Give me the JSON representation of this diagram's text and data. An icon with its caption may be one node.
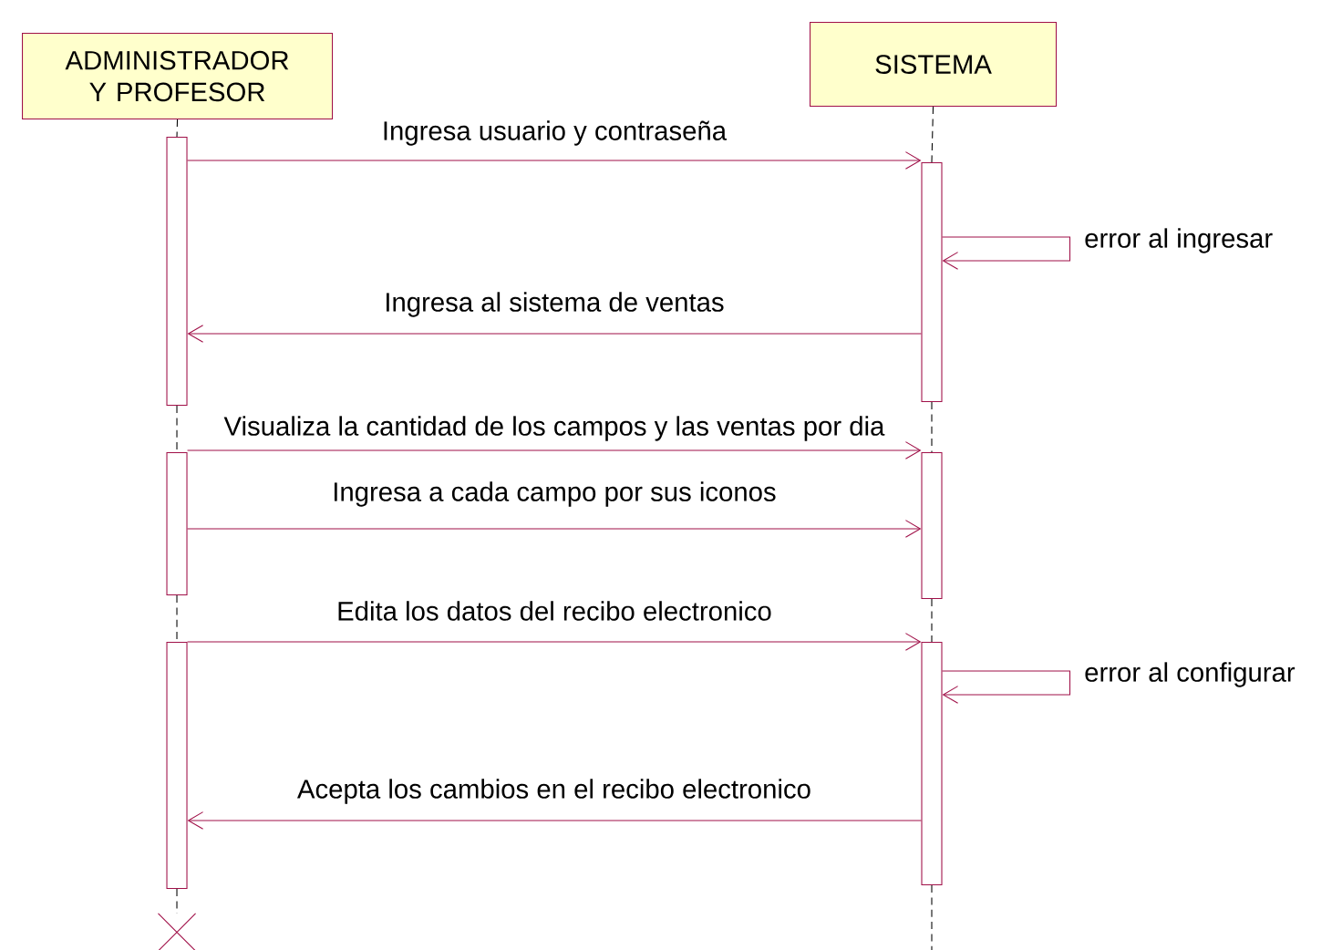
{
  "diagram": {
    "nodes": [
      {
        "text": [
          "ADMINISTRADOR Y PROFESOR"
        ]
      },
      {
        "text": [
          "SISTEMA"
        ]
      },
      {
        "text": [],
        "shape": "bar"
      },
      {
        "text": [],
        "shape": "bar"
      },
      {
        "text": [],
        "shape": "bar"
      },
      {
        "text": [],
        "shape": "bar"
      },
      {
        "text": [],
        "shape": "bar"
      },
      {
        "text": [],
        "shape": "bar"
      },
      {
        "text": [],
        "shape": "cross"
      }
    ],
    "edges": [
      {
        "from": 2,
        "to": 3,
        "arrow": "to",
        "label": "Ingresa usuario y contraseña"
      },
      {
        "from": 3,
        "to": 3,
        "arrow": "to",
        "label": "error al ingresar"
      },
      {
        "from": 3,
        "to": 2,
        "arrow": "to",
        "label": "Ingresa al sistema de ventas"
      },
      {
        "from": 4,
        "to": 5,
        "arrow": "to",
        "label": "Visualiza la cantidad de los campos y las ventas por dia"
      },
      {
        "from": 4,
        "to": 5,
        "arrow": "to",
        "label": "Ingresa a cada campo por sus iconos"
      },
      {
        "from": 6,
        "to": 7,
        "arrow": "to",
        "label": "Edita los datos del recibo electronico"
      },
      {
        "from": 7,
        "to": 7,
        "arrow": "to",
        "label": "error al configurar"
      },
      {
        "from": 7,
        "to": 6,
        "arrow": "to",
        "label": "Acepta los cambios en el recibo electronico"
      },
      {
        "from": 0,
        "to": 2,
        "arrow": "none",
        "style": "dashed",
        "color": "#000000"
      },
      {
        "from": 2,
        "to": 4,
        "arrow": "none",
        "style": "dashed",
        "color": "#000000"
      },
      {
        "from": 4,
        "to": 6,
        "arrow": "none",
        "style": "dashed",
        "color": "#000000"
      },
      {
        "from": 6,
        "to": 8,
        "arrow": "none",
        "style": "dashed",
        "color": "#000000"
      },
      {
        "from": 1,
        "to": 3,
        "arrow": "none",
        "style": "dashed",
        "color": "#000000"
      },
      {
        "from": 3,
        "to": 5,
        "arrow": "none",
        "style": "dashed",
        "color": "#000000"
      },
      {
        "from": 5,
        "to": 7,
        "arrow": "none",
        "style": "dashed",
        "color": "#000000"
      },
      {
        "from": 7,
        "to": null,
        "arrow": "none",
        "style": "dashed",
        "color": "#000000"
      }
    ]
  }
}
